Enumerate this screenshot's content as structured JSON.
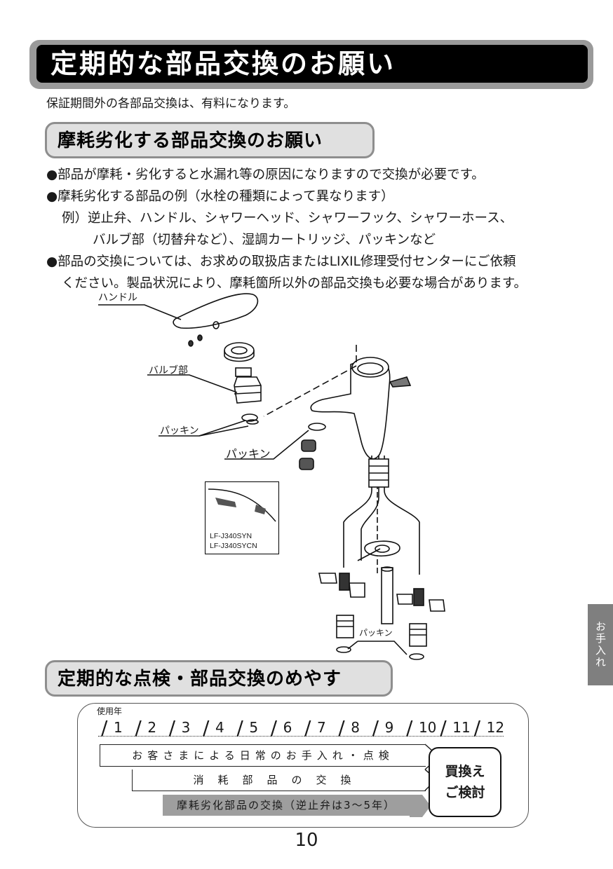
{
  "page_title": "定期的な部品交換のお願い",
  "intro": "保証期間外の各部品交換は、有料になります。",
  "section1": {
    "heading": "摩耗劣化する部品交換のお願い",
    "bullets": [
      "●部品が摩耗・劣化すると水漏れ等の原因になりますので交換が必要です。",
      "●摩耗劣化する部品の例（水栓の種類によって異なります）",
      "例）逆止弁、ハンドル、シャワーヘッド、シャワーフック、シャワーホース、",
      "バルブ部（切替弁など）、湿調カートリッジ、パッキンなど",
      "●部品の交換については、お求めの取扱店またはLIXIL修理受付センターにご依頼",
      "ください。製品状況により、摩耗箇所以外の部品交換も必要な場合があります。"
    ]
  },
  "diagram": {
    "labels": {
      "handle": "ハンドル",
      "valve": "バルブ部",
      "packing1": "パッキン",
      "packing2": "パッキン",
      "packing3": "パッキン"
    },
    "models": [
      "LF-J340SYN",
      "LF-J340SYCN"
    ]
  },
  "section2": {
    "heading": "定期的な点検・部品交換のめやす",
    "years_label": "使用年",
    "years": [
      "1",
      "2",
      "3",
      "4",
      "5",
      "6",
      "7",
      "8",
      "9",
      "10",
      "11",
      "12"
    ],
    "row1": "お客さまによる日常のお手入れ・点検",
    "row2": "消耗部品の交換",
    "row3": "摩耗劣化部品の交換（逆止弁は3〜5年）",
    "final_line1": "買換え",
    "final_line2": "ご検討"
  },
  "side_tab": "お手入れ",
  "page_number": "10"
}
